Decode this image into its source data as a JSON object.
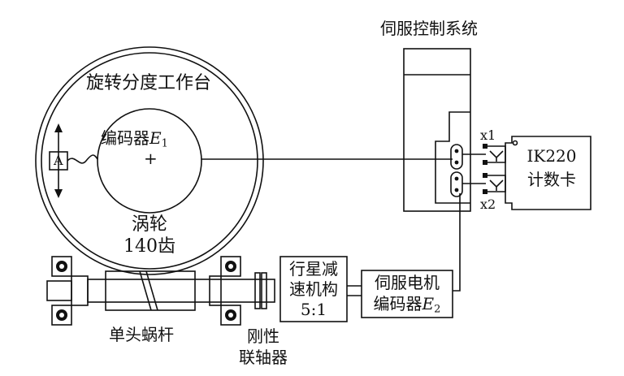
{
  "labels": {
    "turntable": "旋转分度工作台",
    "encoder1_text": "编码器",
    "encoder1_var": "E",
    "encoder1_sub": "1",
    "center_mark": "+",
    "a_label": "A",
    "worm_wheel_line1": "涡轮",
    "worm_wheel_line2": "140齿",
    "servo_system": "伺服控制系统",
    "card_line1": "IK220",
    "card_line2": "计数卡",
    "port_x1": "x1",
    "port_x2": "x2",
    "reducer_line1": "行星减",
    "reducer_line2": "速机构",
    "reducer_line3": "5:1",
    "motor_line1": "伺服电机",
    "motor_line2_text": "编码器",
    "motor_line2_var": "E",
    "motor_line2_sub": "2",
    "worm": "单头蜗杆",
    "coupling_line1": "刚性",
    "coupling_line2": "联轴器"
  },
  "colors": {
    "stroke": "#111111",
    "background": "#ffffff"
  }
}
